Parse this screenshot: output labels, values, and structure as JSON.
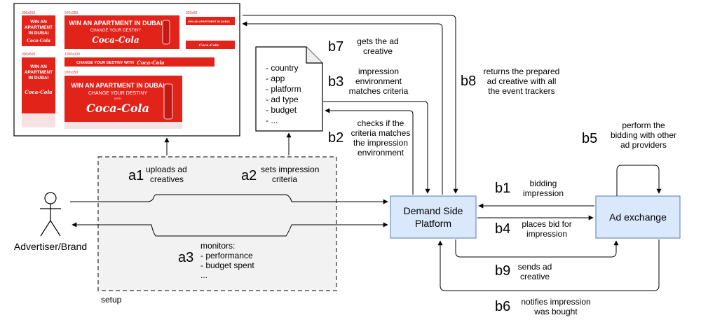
{
  "nodes": {
    "dsp": {
      "line1": "Demand Side",
      "line2": "Platform"
    },
    "ad_exchange": "Ad exchange",
    "advertiser": "Advertiser/Brand",
    "setup": "setup"
  },
  "criteria_doc": [
    "- country",
    "- app",
    "- platform",
    "- ad type",
    "- budget",
    "- ..."
  ],
  "steps": {
    "a1": {
      "code": "a1",
      "lines": [
        "uploads ad",
        "creatives"
      ]
    },
    "a2": {
      "code": "a2",
      "lines": [
        "sets impression",
        "criteria"
      ]
    },
    "a3": {
      "code": "a3",
      "lines": [
        "monitors:",
        "- performance",
        "- budget spent",
        "..."
      ]
    },
    "b1": {
      "code": "b1",
      "lines": [
        "bidding",
        "impression"
      ]
    },
    "b2": {
      "code": "b2",
      "lines": [
        "checks if the",
        "criteria matches",
        "the impression",
        "environment"
      ]
    },
    "b3": {
      "code": "b3",
      "lines": [
        "impression",
        "environment",
        "matches criteria"
      ]
    },
    "b4": {
      "code": "b4",
      "lines": [
        "places bid for",
        "impression"
      ]
    },
    "b5": {
      "code": "b5",
      "lines": [
        "perform the",
        "bidding with other",
        "ad providers"
      ]
    },
    "b6": {
      "code": "b6",
      "lines": [
        "notifies impression",
        "was bought"
      ]
    },
    "b7": {
      "code": "b7",
      "lines": [
        "gets the ad",
        "creative"
      ]
    },
    "b8": {
      "code": "b8",
      "lines": [
        "returns the prepared",
        "ad creative with all",
        "the event trackers"
      ]
    },
    "b9": {
      "code": "b9",
      "lines": [
        "sends ad",
        "creative"
      ]
    }
  },
  "ad_creatives": {
    "headline": "WIN AN APARTMENT IN DUBAI",
    "headline_short_1": "WIN AN",
    "headline_short_2": "APARTMENT",
    "headline_short_3": "IN DUBAI",
    "subline": "CHANGE YOUR DESTINY",
    "banner_line": "CHANGE YOUR DESTINY WITH",
    "with": "WITH",
    "brand": "Coca-Cola",
    "sizes": [
      "300x250",
      "970x250",
      "320x50",
      "300x600",
      "1200x100",
      "970x250"
    ],
    "colors": {
      "red": "#e2231a",
      "white": "#ffffff"
    }
  },
  "colors": {
    "box_fill": "#dae8fc",
    "box_stroke": "#6c8ebf",
    "setup_fill": "#f2f2f2",
    "setup_stroke": "#555555",
    "line": "#000000"
  }
}
